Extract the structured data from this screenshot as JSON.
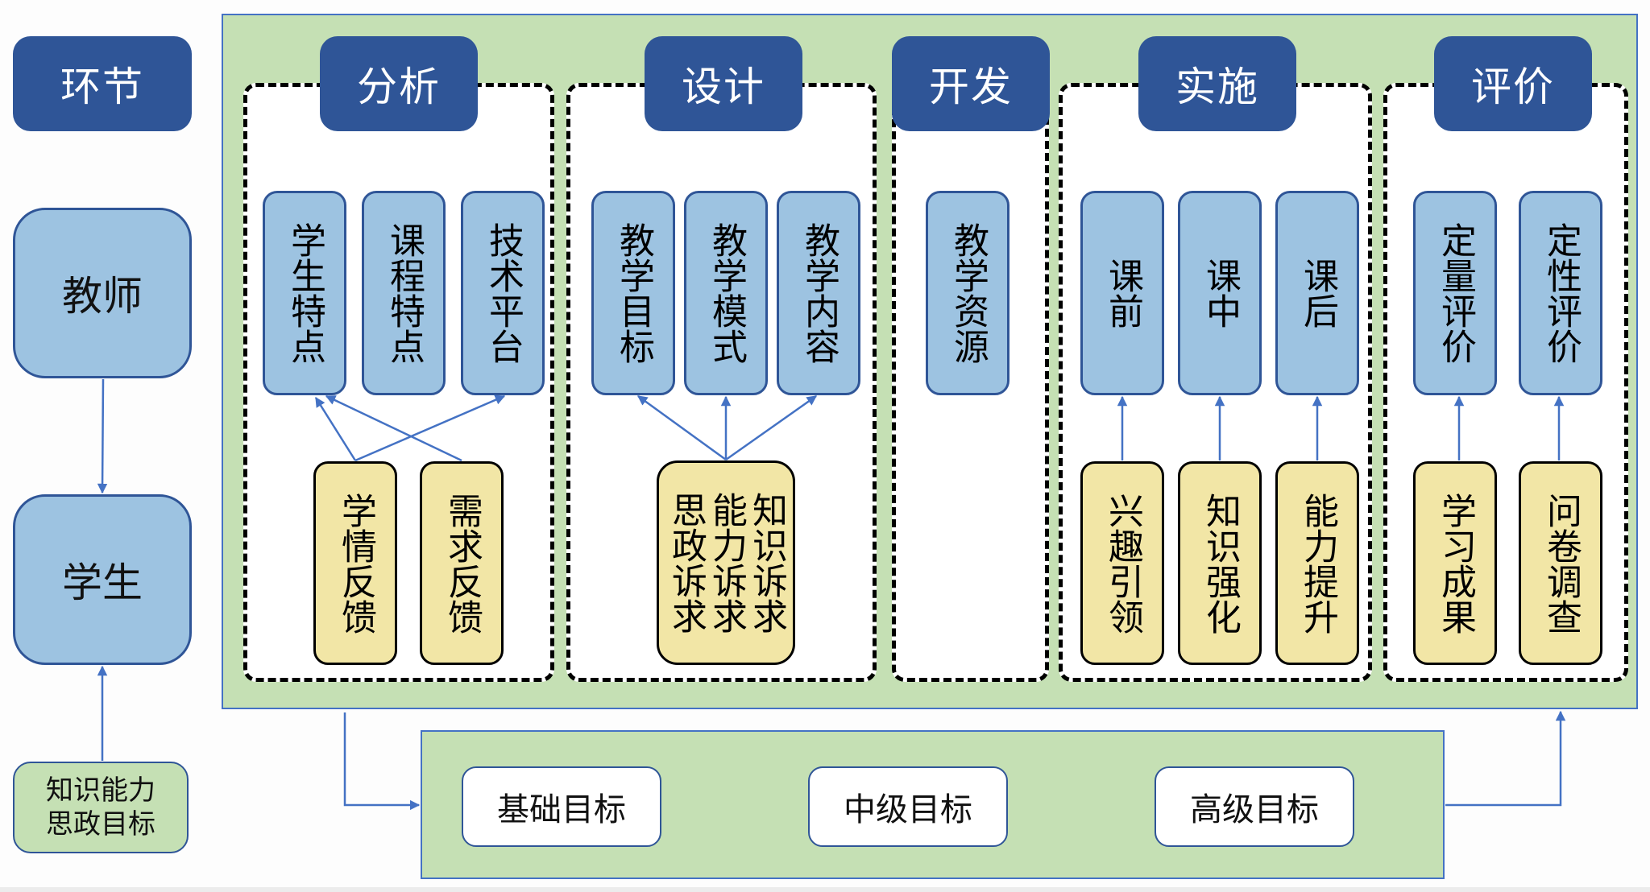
{
  "left": {
    "stage_label": "环节",
    "teacher": "教师",
    "student": "学生",
    "objectives": [
      "知识能力",
      "思政目标"
    ]
  },
  "phases": [
    {
      "title": "分析",
      "top": [
        "学生特点",
        "课程特点",
        "技术平台"
      ],
      "bottom": [
        "学情反馈",
        "需求反馈"
      ]
    },
    {
      "title": "设计",
      "top": [
        "教学目标",
        "教学模式",
        "教学内容"
      ],
      "bottom_multi": [
        "知识诉求",
        "能力诉求",
        "思政诉求"
      ]
    },
    {
      "title": "开发",
      "top": [
        "教学资源"
      ]
    },
    {
      "title": "实施",
      "top": [
        "课前",
        "课中",
        "课后"
      ],
      "bottom": [
        "兴趣引领",
        "知识强化",
        "能力提升"
      ]
    },
    {
      "title": "评价",
      "top": [
        "定量评价",
        "定性评价"
      ],
      "bottom": [
        "学习成果",
        "问卷调查"
      ]
    }
  ],
  "goals": [
    "基础目标",
    "中级目标",
    "高级目标"
  ],
  "colors": {
    "header_blue": "#2f5597",
    "card_blue": "#9dc3e1",
    "card_yellow": "#f2e6a6",
    "panel_green": "#c5e0b4",
    "arrow_blue": "#4472c4"
  }
}
